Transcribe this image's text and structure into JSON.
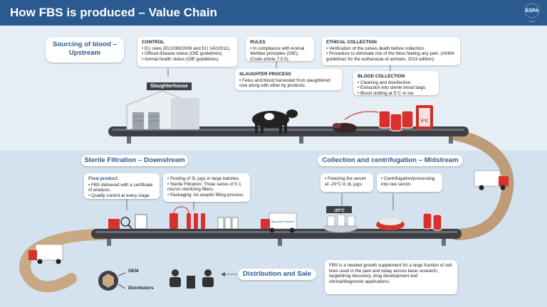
{
  "header": {
    "title": "How FBS is produced – Value Chain",
    "logo_text": "ESPA"
  },
  "sections": {
    "upstream": "Sourcing of blood – Upstream",
    "downstream": "Sterile Filtration – Downstream",
    "midstream": "Collection and centrifugation – Midstream",
    "distribution": "Distribution and Sale"
  },
  "boxes": {
    "control": {
      "title": "CONTROL",
      "items": [
        "EU rules (EU1069/2009 and EU 142/2011).",
        "Official disease status (OIE guidelines).",
        "Animal health status (OIE guidelines)."
      ]
    },
    "rules": {
      "title": "RULES",
      "items": [
        "In compliance with Animal Welfare principles (OIE), (Code article 7.5.5)."
      ]
    },
    "ethical": {
      "title": "ETHICAL COLLECTION",
      "items": [
        "Verification of the calves death before collection.",
        "Procedure to eliminate risk of the fetus feeling any pain. (AVMA guidelines for the euthanasia of animals: 2013 edition)."
      ]
    },
    "slaughter": {
      "title": "SLAUGHTER PROCESS",
      "items": [
        "Fetus and blood harvested from slaughtered cow along with other by products."
      ]
    },
    "blood": {
      "title": "BLOOD COLLECTION",
      "items": [
        "Cleaning and disinfection.",
        "Extraction into sterile blood bags.",
        "Blood clotting at 5°C or ice."
      ]
    },
    "final": {
      "title": "Final product:",
      "items": [
        "FBS delivered with a certificate of analysis.",
        "Quality control at every stage."
      ]
    },
    "pooling": {
      "title": "",
      "items": [
        "Pooling of 3L jugs in large batches.",
        "Sterile Filtration: Three series of 0.1 micron sterilizing filters.",
        "Packaging: An aseptic filling-process."
      ]
    },
    "freezing": {
      "title": "",
      "items": [
        "Freezing the serum at -20°C in 3L jugs."
      ]
    },
    "centrifugation": {
      "title": "",
      "items": [
        "Centrifugation/processing into raw serum."
      ]
    },
    "fbs_info": {
      "text": "FBS is a needed growth supplement for a large fraction of cell lines used in the past and today across basic research, target/drug discovery, drug development and clinical/diagnostic applications."
    }
  },
  "labels": {
    "slaughterhouse": "Slaughterhouse",
    "temp_5c": "5°C",
    "temp_minus20": "-20°C",
    "oem": "OEM",
    "distributors": "Distributors",
    "truck_text": "Bag serum transport"
  },
  "colors": {
    "header": "#2a5a8f",
    "accent_red": "#d9312d",
    "belt": "#3d3f44",
    "path": "#c9a984"
  }
}
